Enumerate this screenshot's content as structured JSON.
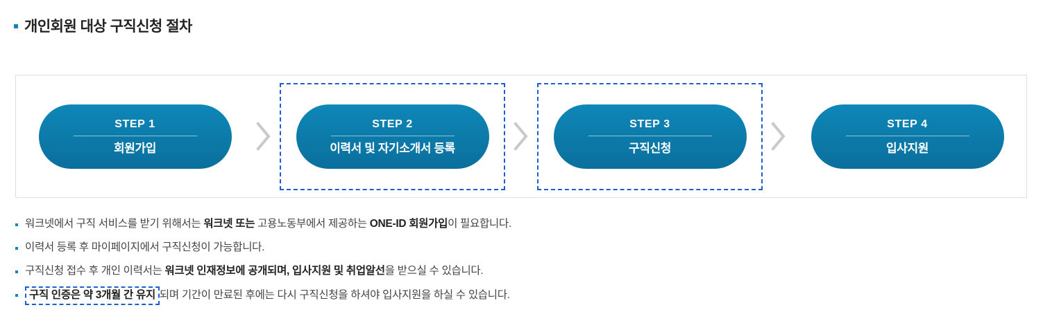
{
  "heading": {
    "bullet_color": "#0f85bb",
    "text": "개인회원 대상 구직신청 절차"
  },
  "flow": {
    "steps": [
      {
        "num": "STEP 1",
        "label": "회원가입",
        "highlighted": false
      },
      {
        "num": "STEP 2",
        "label": "이력서 및 자기소개서 등록",
        "highlighted": true
      },
      {
        "num": "STEP 3",
        "label": "구직신청",
        "highlighted": true
      },
      {
        "num": "STEP 4",
        "label": "입사지원",
        "highlighted": false
      }
    ],
    "separator": "chevron-right",
    "pill_color": "#0b7099",
    "highlight_color": "#1a5fd0"
  },
  "notes": [
    {
      "parts": [
        {
          "t": "워크넷에서 구직 서비스를 받기 위해서는 ",
          "b": false
        },
        {
          "t": "워크넷 또는",
          "b": true
        },
        {
          "t": " 고용노동부에서 제공하는 ",
          "b": false
        },
        {
          "t": "ONE-ID 회원가입",
          "b": true
        },
        {
          "t": "이 필요합니다.",
          "b": false
        }
      ]
    },
    {
      "parts": [
        {
          "t": "이력서 등록 후 마이페이지에서 구직신청이 가능합니다.",
          "b": false
        }
      ]
    },
    {
      "parts": [
        {
          "t": "구직신청 접수 후 개인 이력서는 ",
          "b": false
        },
        {
          "t": "워크넷 인재정보에 공개되며, 입사지원 및 취업알선",
          "b": true
        },
        {
          "t": "을 받으실 수 있습니다.",
          "b": false
        }
      ]
    },
    {
      "parts": [
        {
          "t": "구직 인증은 약 3개월 간 유지",
          "b": false,
          "box": true
        },
        {
          "t": "되며 기간이 만료된 후에는 다시 구직신청을 하셔야 입사지원을 하실 수 있습니다.",
          "b": false
        }
      ]
    }
  ]
}
